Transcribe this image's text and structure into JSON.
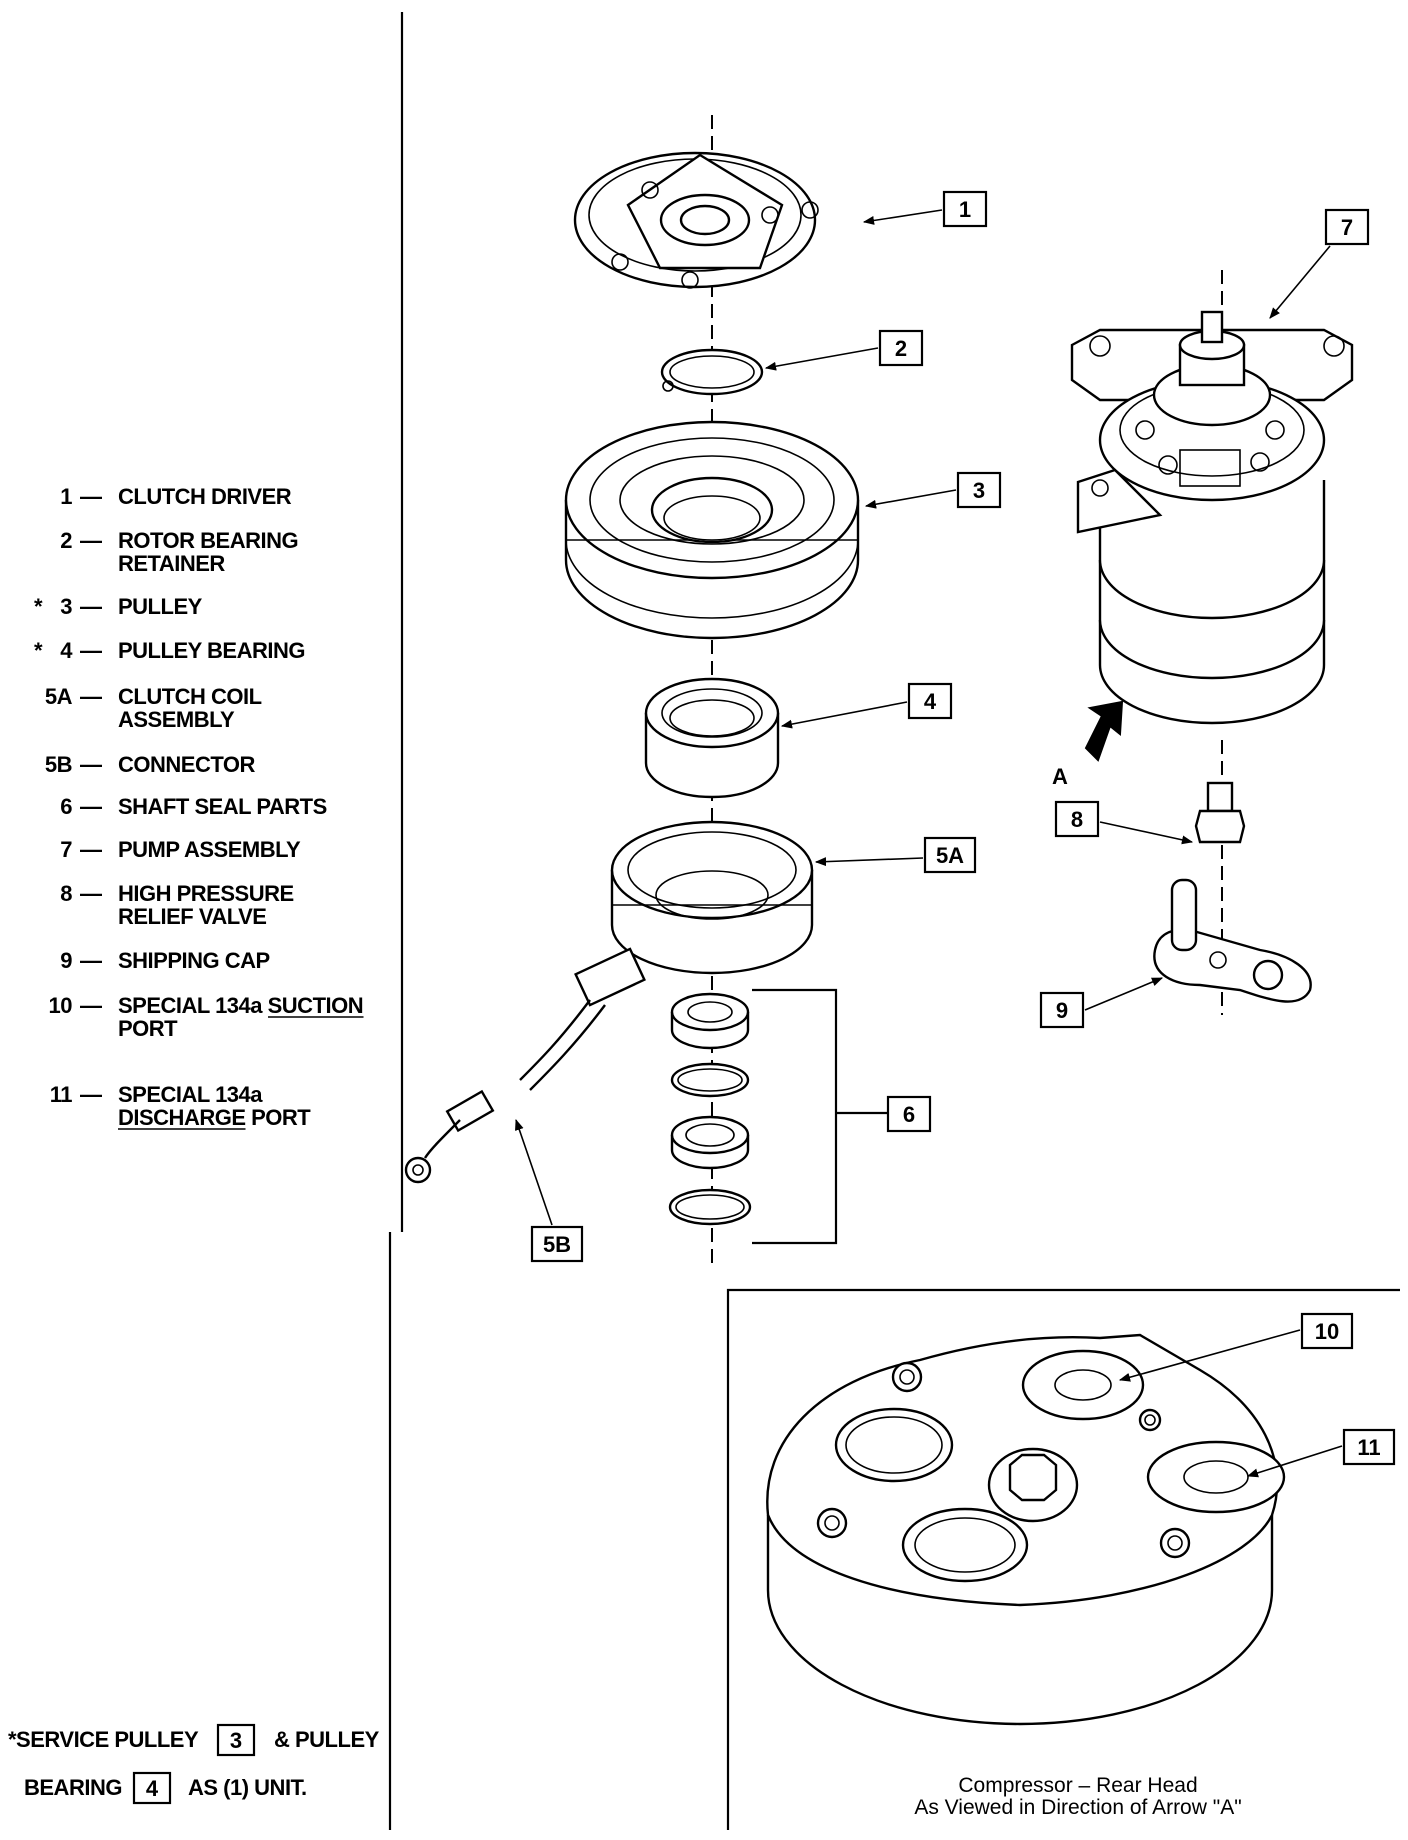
{
  "legend": [
    {
      "num": "1",
      "star": "",
      "lines": [
        "CLUTCH DRIVER"
      ],
      "underline": []
    },
    {
      "num": "2",
      "star": "",
      "lines": [
        "ROTOR BEARING",
        "RETAINER"
      ],
      "underline": []
    },
    {
      "num": "3",
      "star": "*",
      "lines": [
        "PULLEY"
      ],
      "underline": []
    },
    {
      "num": "4",
      "star": "*",
      "lines": [
        "PULLEY BEARING"
      ],
      "underline": []
    },
    {
      "num": "5A",
      "star": "",
      "lines": [
        "CLUTCH COIL",
        "ASSEMBLY"
      ],
      "underline": []
    },
    {
      "num": "5B",
      "star": "",
      "lines": [
        "CONNECTOR"
      ],
      "underline": []
    },
    {
      "num": "6",
      "star": "",
      "lines": [
        "SHAFT SEAL PARTS"
      ],
      "underline": []
    },
    {
      "num": "7",
      "star": "",
      "lines": [
        "PUMP ASSEMBLY"
      ],
      "underline": []
    },
    {
      "num": "8",
      "star": "",
      "lines": [
        "HIGH PRESSURE",
        "RELIEF VALVE"
      ],
      "underline": []
    },
    {
      "num": "9",
      "star": "",
      "lines": [
        "SHIPPING CAP"
      ],
      "underline": []
    },
    {
      "num": "10",
      "star": "",
      "lines": [
        "SPECIAL 134a SUCTION",
        "PORT"
      ],
      "underline": [
        "SUCTION"
      ]
    },
    {
      "num": "11",
      "star": "",
      "lines": [
        "SPECIAL 134a",
        "DISCHARGE PORT"
      ],
      "underline": [
        "DISCHARGE"
      ]
    }
  ],
  "legend_dash": "—",
  "footnote": {
    "line1_prefix": "*SERVICE PULLEY",
    "line1_box": "3",
    "line1_suffix": "& PULLEY",
    "line2_prefix": "BEARING",
    "line2_box": "4",
    "line2_suffix": "AS (1) UNIT."
  },
  "callouts": {
    "c1": "1",
    "c2": "2",
    "c3": "3",
    "c4": "4",
    "c5a": "5A",
    "c5b": "5B",
    "c6": "6",
    "c7": "7",
    "c8": "8",
    "c9": "9",
    "c10": "10",
    "c11": "11"
  },
  "arrow_a_label": "A",
  "inset_caption": [
    "Compressor – Rear Head",
    "As Viewed in Direction of Arrow \"A\""
  ]
}
